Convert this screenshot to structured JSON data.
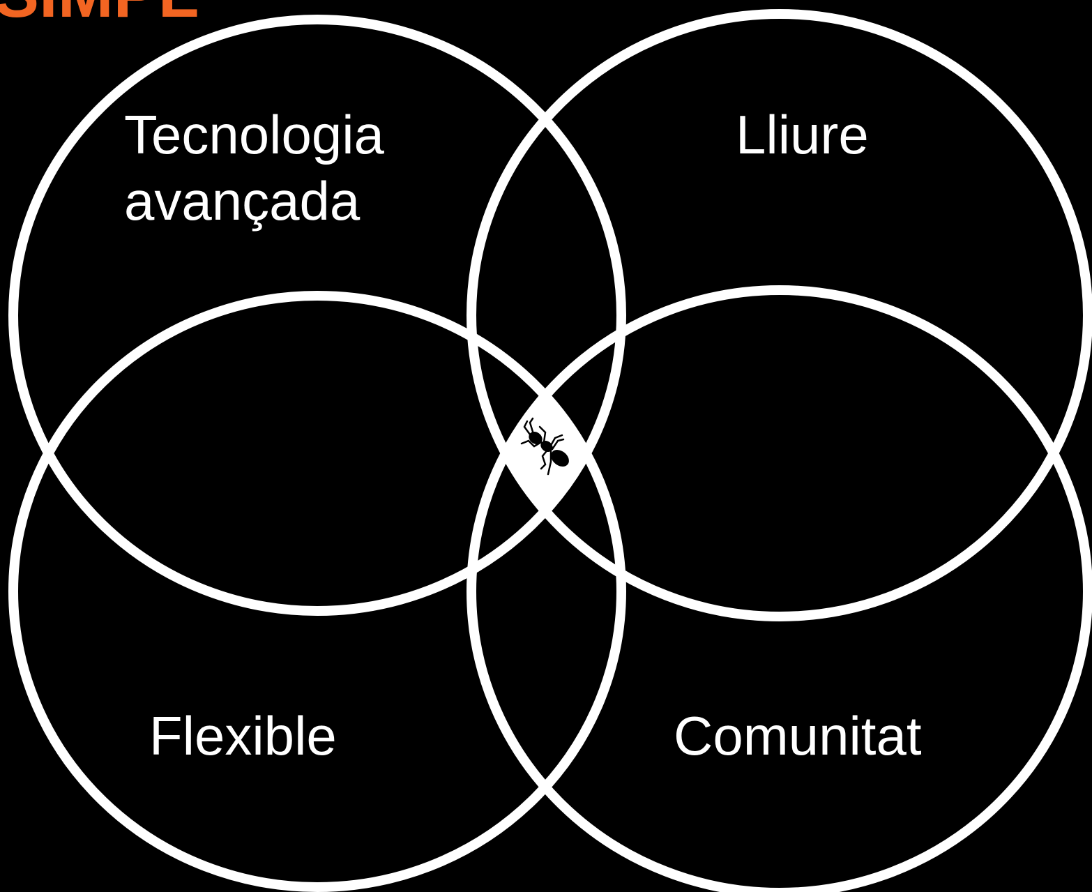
{
  "header": {
    "title_fragment": "SIMPL"
  },
  "diagram": {
    "labels": {
      "top_left": [
        "Tecnologia",
        "avançada"
      ],
      "top_right": "Lliure",
      "bottom_left": "Flexible",
      "bottom_right": "Comunitat"
    },
    "center_icon": "ant-icon"
  },
  "colors": {
    "background": "#000000",
    "circle_stroke": "#ffffff",
    "label": "#ffffff",
    "title": "#f26522",
    "center_fill": "#ffffff"
  }
}
